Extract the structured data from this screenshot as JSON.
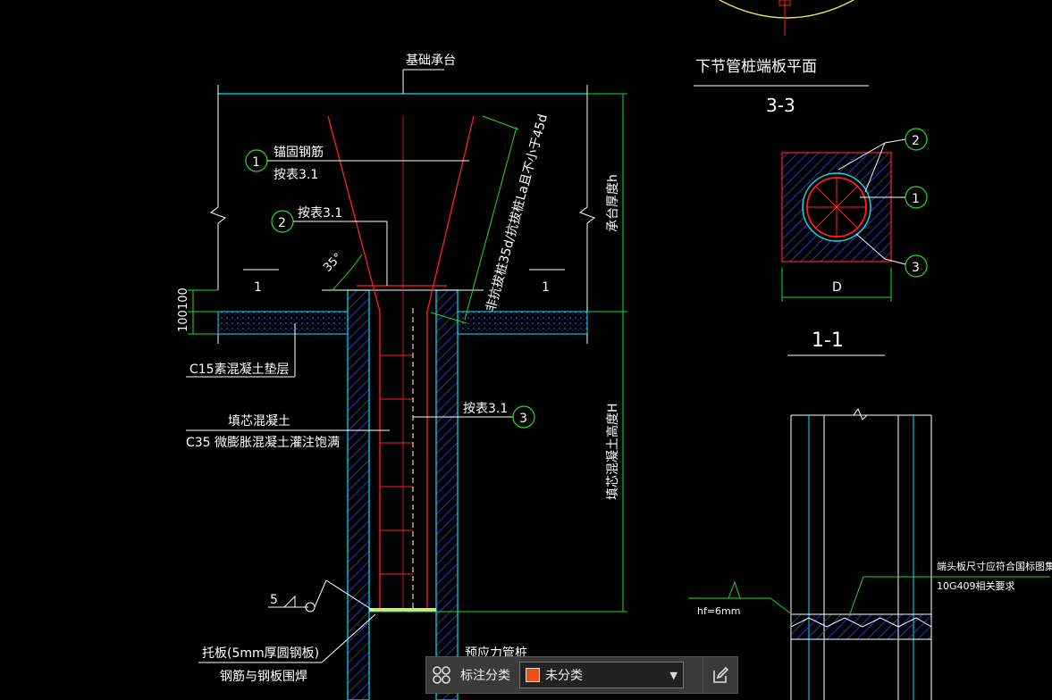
{
  "drawing": {
    "label_foundation_cap": "基础承台",
    "label_anchor_rebar_line1": "锚固钢筋",
    "label_anchor_rebar_line2": "按表3.1",
    "label_per_table_top": "按表3.1",
    "label_angle": "35°",
    "label_section_mark_left": "1",
    "label_section_mark_right": "1",
    "label_uplift_anchor": "非抗拔桩35d/抗拔桩La且不小于45d",
    "label_cap_height": "承台厚度h",
    "label_dims_100a": "100",
    "label_dims_100b": "100",
    "label_c15_layer": "C15素混凝土垫层",
    "label_core_concrete_line1": "填芯混凝土",
    "label_core_concrete_line2": "C35  微膨胀混凝土灌注饱满",
    "label_per_table_mid": "按表3.1",
    "label_core_height": "填芯混凝土高度H",
    "label_weld_size": "5",
    "label_support_plate": "托板(5mm厚圆钢板)",
    "label_weld_note": "钢筋与钢板围焊",
    "label_prestressed_pile": "预应力管桩",
    "label_plan_title": "下节管桩端板平面",
    "label_plan_section": "3-3",
    "label_section_11": "1-1",
    "label_dim_D": "D",
    "label_end_plate_line1": "端头板尺寸应符合国标图集",
    "label_end_plate_line2": "10G409相关要求",
    "label_hf": "hf=6mm",
    "callouts": [
      "1",
      "2",
      "3",
      "2",
      "1",
      "3"
    ]
  },
  "toolbar": {
    "category_label": "标注分类",
    "selected_value": "未分类",
    "grid_icon": "grid-icon",
    "edit_icon": "edit-icon",
    "swatch_color": "#e8501e"
  },
  "colors": {
    "background": "#000000",
    "line_white": "#ffffff",
    "line_red": "#ff2020",
    "line_green": "#22dd22",
    "line_cyan": "#00e5ff",
    "line_blue": "#3355ff",
    "line_yellow": "#e8e84a"
  }
}
